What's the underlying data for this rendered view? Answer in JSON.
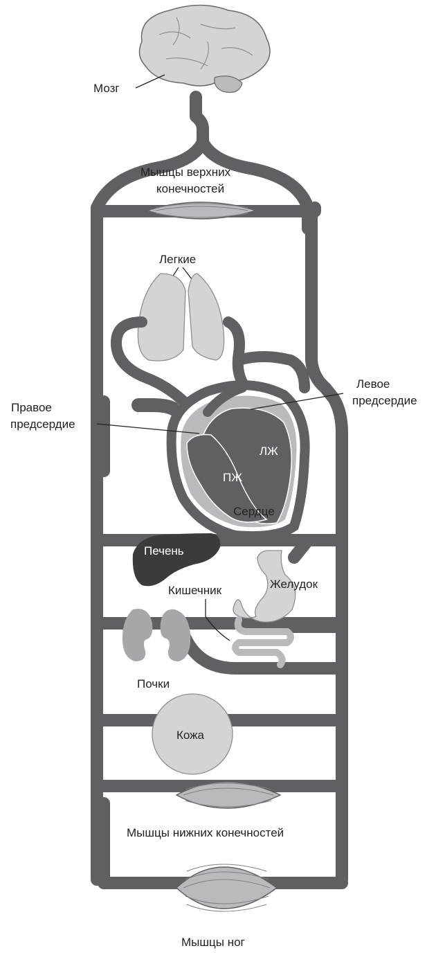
{
  "labels": {
    "brain": "Мозг",
    "upper_muscles_1": "Мышцы верхних",
    "upper_muscles_2": "конечностей",
    "lungs": "Легкие",
    "left_atrium_1": "Левое",
    "left_atrium_2": "предсердие",
    "right_atrium_1": "Правое",
    "right_atrium_2": "предсердие",
    "lv": "ЛЖ",
    "rv": "ПЖ",
    "heart": "Сердце",
    "liver": "Печень",
    "stomach": "Желудок",
    "intestine": "Кишечник",
    "kidneys": "Почки",
    "skin": "Кожа",
    "lower_muscles": "Мышцы нижних конечностей",
    "leg_muscles": "Мышцы ног"
  },
  "colors": {
    "vessel": "#5f6062",
    "organ_light": "#d4d4d5",
    "organ_mid": "#b9babb",
    "kidney": "#a6a7a8",
    "liver": "#3b3b3c",
    "line": "#222222"
  }
}
